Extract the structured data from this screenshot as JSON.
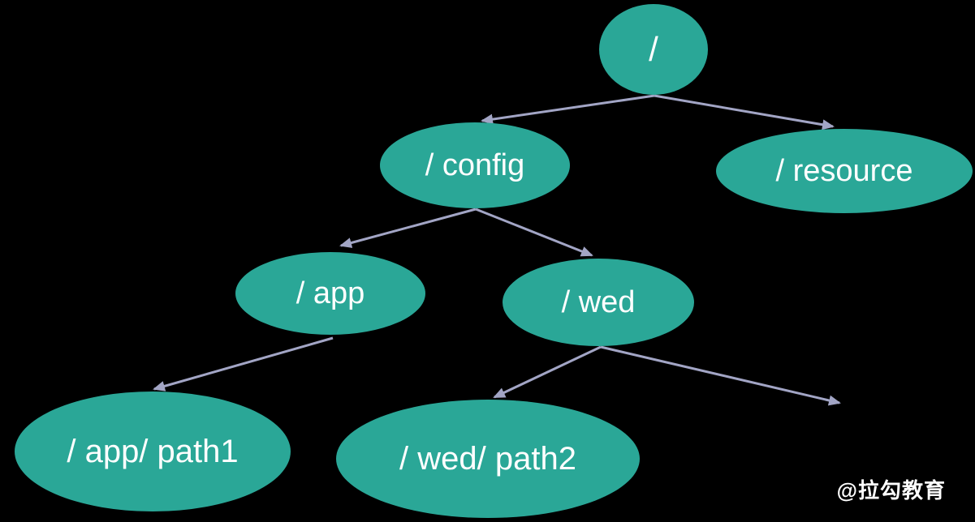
{
  "page": {
    "background": "#000000"
  },
  "colors": {
    "node_fill": "#2aa797",
    "node_text": "#ffffff",
    "arrow": "#a2a5c5"
  },
  "diagram": {
    "type": "tree",
    "nodes": [
      {
        "id": "root",
        "label": "/"
      },
      {
        "id": "config",
        "label": "/ config"
      },
      {
        "id": "resource",
        "label": "/ resource"
      },
      {
        "id": "app",
        "label": "/ app"
      },
      {
        "id": "wed",
        "label": "/ wed"
      },
      {
        "id": "app-path1",
        "label": "/ app/ path1"
      },
      {
        "id": "wed-path2",
        "label": "/ wed/ path2"
      }
    ],
    "edges": [
      {
        "from": "root",
        "to": "config"
      },
      {
        "from": "root",
        "to": "resource"
      },
      {
        "from": "config",
        "to": "app"
      },
      {
        "from": "config",
        "to": "wed"
      },
      {
        "from": "app",
        "to": "app-path1"
      },
      {
        "from": "wed",
        "to": "wed-path2"
      },
      {
        "from": "wed",
        "to": ""
      }
    ]
  },
  "watermark": {
    "text": "@拉勾教育"
  }
}
